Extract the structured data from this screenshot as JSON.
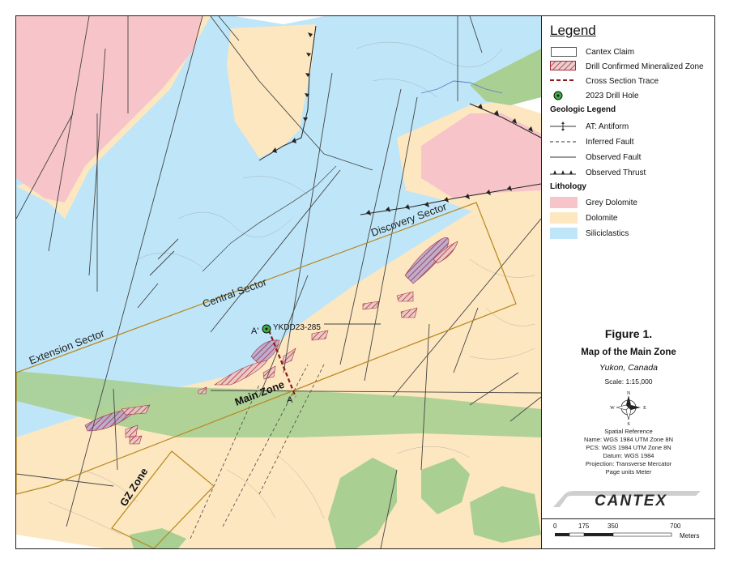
{
  "legend": {
    "title": "Legend",
    "items": [
      {
        "label": "Cantex Claim",
        "symbol": "claim-box"
      },
      {
        "label": "Drill Confirmed Mineralized Zone",
        "symbol": "hatched-fill"
      },
      {
        "label": "Cross Section Trace",
        "symbol": "red-dashed-line"
      },
      {
        "label": "2023 Drill Hole",
        "symbol": "green-dot"
      }
    ],
    "geologic_heading": "Geologic Legend",
    "geologic_items": [
      {
        "label": "AT: Antiform",
        "symbol": "antiform-line"
      },
      {
        "label": "Inferred Fault",
        "symbol": "dashed-line"
      },
      {
        "label": "Observed Fault",
        "symbol": "solid-line"
      },
      {
        "label": "Observed Thrust",
        "symbol": "thrust-line"
      }
    ],
    "lithology_heading": "Lithology",
    "lithology_items": [
      {
        "label": "Grey Dolomite",
        "color": "#f7c5c9"
      },
      {
        "label": "Dolomite",
        "color": "#fde7c0"
      },
      {
        "label": "Siliciclastics",
        "color": "#bfe6f8"
      }
    ]
  },
  "figure": {
    "number": "Figure 1.",
    "title": "Map of the Main Zone",
    "location": "Yukon, Canada",
    "scale": "Scale: 1:15,000"
  },
  "north_arrow": {
    "n": "N",
    "s": "S",
    "e": "E",
    "w": "W"
  },
  "spatial_reference": {
    "heading": "Spatial Reference",
    "name": "Name: WGS 1984 UTM Zone 8N",
    "pcs": "PCS: WGS 1984 UTM Zone 8N",
    "datum": "Datum: WGS 1984",
    "projection": "Projection: Transverse Mercator",
    "units": "Page units Meter"
  },
  "logo": "CANTEX",
  "scalebar": {
    "ticks": [
      "0",
      "175",
      "350",
      "700"
    ],
    "unit": "Meters"
  },
  "map_labels": {
    "discovery_sector": "Discovery Sector",
    "central_sector": "Central Sector",
    "extension_sector": "Extension Sector",
    "main_zone": "Main Zone",
    "gz_zone": "GZ Zone",
    "drill_hole": "YKDD23-285",
    "section_start": "A'",
    "section_end": "A"
  },
  "colors": {
    "siliciclastics": "#bfe6f8",
    "dolomite": "#fde7c0",
    "grey_dolomite": "#f7c5c9",
    "green_unit": "#a9cf92",
    "claim_outline": "#b8861b",
    "hatch": "#c0392b",
    "cross_section": "#8b1a1a",
    "drill_hole": "#3cb043"
  }
}
